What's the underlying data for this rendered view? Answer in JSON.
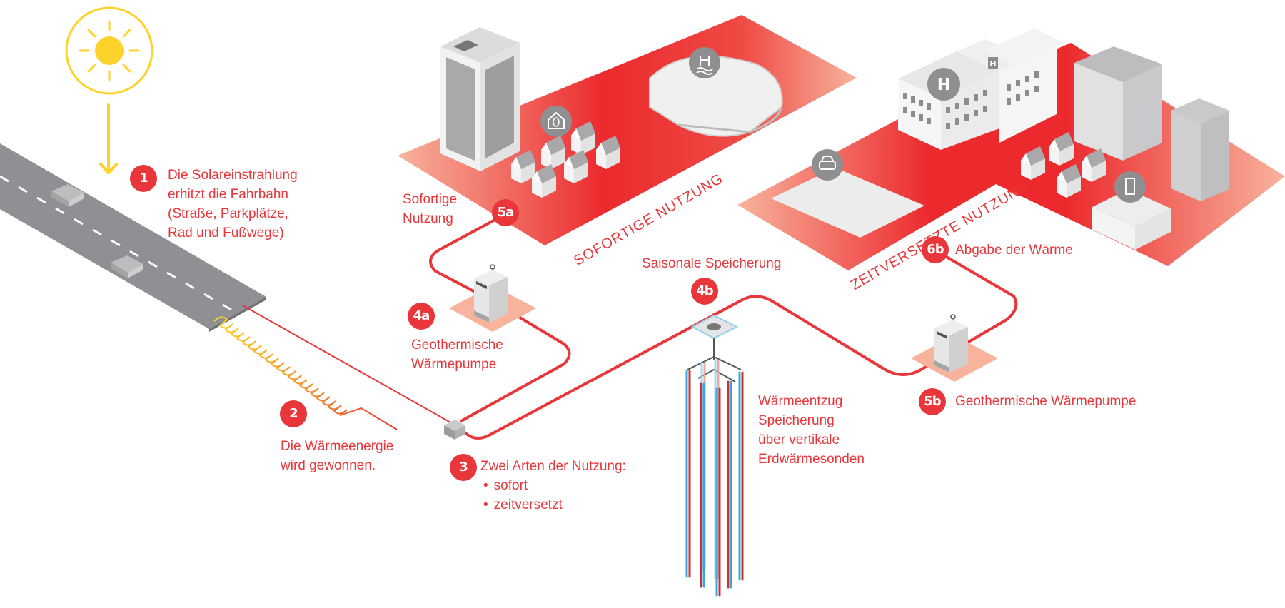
{
  "title": "Solare Wärmegewinnung aus Verkehrsflächen",
  "colors": {
    "accent_red": "#e8363a",
    "platform_light": "#f7b39c",
    "platform_strong": "#ec2a2e",
    "road_gray": "#8f9093",
    "sun_yellow": "#fdd22a",
    "probe_blue": "#39a7dd",
    "probe_red": "#c8322f"
  },
  "icons": {
    "sun": "sun-icon",
    "arrow": "arrow-down-icon",
    "eco_house": "eco-house-icon",
    "swimming_pool": "swimming-pool-icon",
    "hospital": "hospital-icon",
    "parking": "car-icon",
    "office": "office-building-icon"
  },
  "zones": {
    "immediate": "SOFORTIGE NUTZUNG",
    "delayed": "ZEITVERSETZTE NUTZUNG"
  },
  "hospital_letter": "H",
  "steps": [
    {
      "id": "1",
      "badge": "1",
      "lines": [
        "Die Solareinstrahlung",
        "erhitzt die Fahrbahn",
        "(Straße, Parkplätze,",
        "Rad und Fußwege)"
      ]
    },
    {
      "id": "2",
      "badge": "2",
      "lines": [
        "Die Wärmeenergie",
        "wird gewonnen."
      ]
    },
    {
      "id": "3",
      "badge": "3",
      "title": "Zwei Arten der Nutzung:",
      "bullets": [
        "sofort",
        "zeitversetzt"
      ]
    },
    {
      "id": "4a",
      "badge": "4a",
      "lines": [
        "Geothermische",
        "Wärmepumpe"
      ]
    },
    {
      "id": "4b",
      "badge": "4b",
      "lines": [
        "Saisonale Speicherung"
      ]
    },
    {
      "id": "5a",
      "badge": "5a",
      "lines": [
        "Sofortige",
        "Nutzung"
      ]
    },
    {
      "id": "5b",
      "badge": "5b",
      "lines": [
        "Geothermische Wärmepumpe"
      ]
    },
    {
      "id": "6b",
      "badge": "6b",
      "lines": [
        "Abgabe der Wärme"
      ]
    }
  ],
  "storage_description": [
    "Wärmeentzug",
    "Speicherung",
    "über vertikale",
    "Erdwärmesonden"
  ]
}
